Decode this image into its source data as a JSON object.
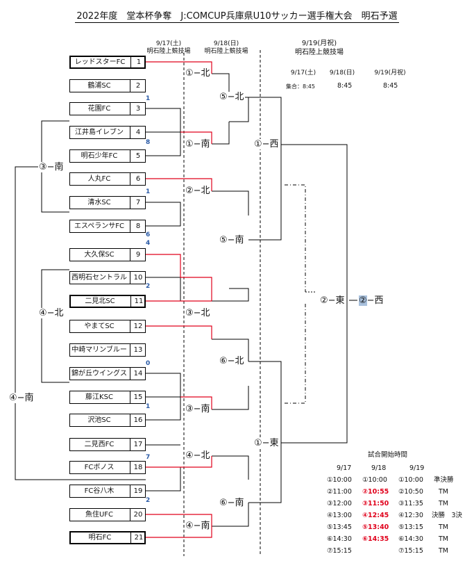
{
  "title": "2022年度　堂本杯争奪　J:COMCUP兵庫県U10サッカー選手権大会　明石予選",
  "headers": {
    "d1_date": "9/17(土)",
    "d1_venue": "明石陸上競技場",
    "d2_date": "9/18(日)",
    "d2_venue": "明石陸上競技場",
    "d3_date": "9/19(月祝)",
    "d3_venue": "明石陸上競技場"
  },
  "gather": {
    "d1": "9/17(土)",
    "d2": "9/18(日)",
    "d3": "9/19(月祝)",
    "label": "集合：",
    "t1": "8:45",
    "t2": "8:45",
    "t3": "8:45"
  },
  "teams": [
    {
      "name": "レッドスターFC",
      "no": "1"
    },
    {
      "name": "鶴浦SC",
      "no": "2"
    },
    {
      "name": "花園FC",
      "no": "3"
    },
    {
      "name": "江井島イレブン",
      "no": "4"
    },
    {
      "name": "明石少年FC",
      "no": "5"
    },
    {
      "name": "人丸FC",
      "no": "6"
    },
    {
      "name": "清水SC",
      "no": "7"
    },
    {
      "name": "エスペランサFC",
      "no": "8"
    },
    {
      "name": "大久保SC",
      "no": "9"
    },
    {
      "name": "西明石セントラル",
      "no": "10"
    },
    {
      "name": "二見北SC",
      "no": "11"
    },
    {
      "name": "やまてSC",
      "no": "12"
    },
    {
      "name": "中崎マリンブルー",
      "no": "13"
    },
    {
      "name": "錦が丘ウイングス",
      "no": "14"
    },
    {
      "name": "藤江KSC",
      "no": "15"
    },
    {
      "name": "沢池SC",
      "no": "16"
    },
    {
      "name": "二見西FC",
      "no": "17"
    },
    {
      "name": "FCボノス",
      "no": "18"
    },
    {
      "name": "FC谷八木",
      "no": "19"
    },
    {
      "name": "魚住UFC",
      "no": "20"
    },
    {
      "name": "明石FC",
      "no": "21"
    }
  ],
  "scores": [
    "1",
    "8",
    "1",
    "6",
    "4",
    "2",
    "0",
    "1",
    "7",
    "2"
  ],
  "matches": {
    "m1n": "①−北",
    "m1s": "①−南",
    "m2n": "②−北",
    "m3s_r1": "③−北",
    "m3s_r2": "③−南",
    "m4n": "④−北",
    "m4s": "④−南",
    "m3s": "③−南",
    "m4n_l": "④−北",
    "m4s_l": "④−南",
    "m5n": "⑤−北",
    "m5s": "⑤−南",
    "m6n": "⑥−北",
    "m6s": "⑥−南",
    "m1w": "①−西",
    "m1e": "①−東",
    "m2e": "②−東",
    "m2w_c": "②",
    "m2w_t": "−西"
  },
  "schedule": {
    "title": "試合開始時間",
    "cols": [
      "9/17",
      "9/18",
      "9/19"
    ],
    "rows": [
      {
        "a": "①10:00",
        "b": "①10:00",
        "b_red": false,
        "c": "①10:00",
        "d": "準決勝"
      },
      {
        "a": "②11:00",
        "b": "②10:55",
        "b_red": true,
        "c": "②10:50",
        "d": "TM"
      },
      {
        "a": "③12:00",
        "b": "③11:50",
        "b_red": true,
        "c": "③11:35",
        "d": "TM"
      },
      {
        "a": "④13:00",
        "b": "④12:45",
        "b_red": true,
        "c": "④12:30",
        "d": "決勝　3決"
      },
      {
        "a": "⑤13:45",
        "b": "⑤13:40",
        "b_red": true,
        "c": "⑤13:15",
        "d": "TM"
      },
      {
        "a": "⑥14:30",
        "b": "⑥14:35",
        "b_red": true,
        "c": "⑥14:30",
        "d": "TM"
      },
      {
        "a": "⑦15:15",
        "b": "",
        "b_red": false,
        "c": "⑦15:15",
        "d": "TM"
      }
    ]
  },
  "colors": {
    "win": "#e0001b",
    "score": "#2a5aa6",
    "highlight": "#a9c1dd"
  }
}
